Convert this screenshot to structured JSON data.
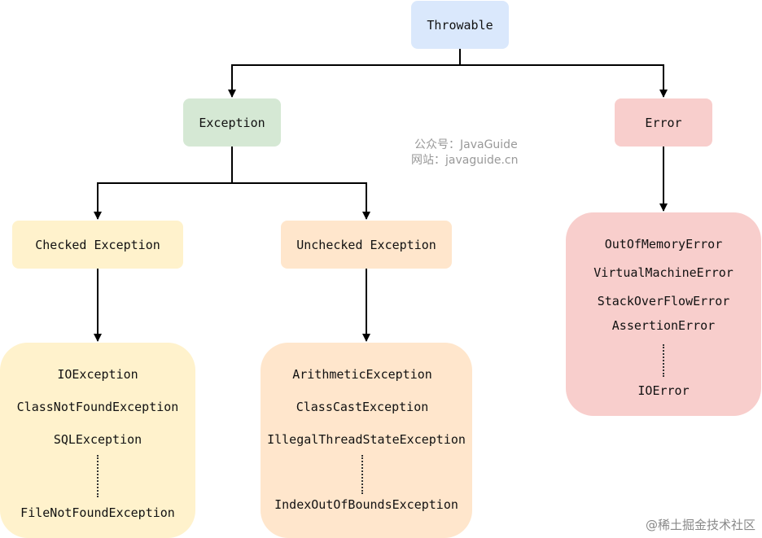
{
  "nodes": {
    "throwable": "Throwable",
    "exception": "Exception",
    "error": "Error",
    "checked": "Checked Exception",
    "unchecked": "Unchecked Exception"
  },
  "checked_list": [
    "IOException",
    "ClassNotFoundException",
    "SQLException",
    "FileNotFoundException"
  ],
  "unchecked_list": [
    "ArithmeticException",
    "ClassCastException",
    "IllegalThreadStateException",
    "IndexOutOfBoundsException"
  ],
  "error_list": [
    "OutOfMemoryError",
    "VirtualMachineError",
    "StackOverFlowError",
    "AssertionError",
    "IOError"
  ],
  "watermark": {
    "line1": "公众号：JavaGuide",
    "line2": "网站：javaguide.cn"
  },
  "corner_mark": "@稀土掘金技术社区",
  "colors": {
    "throwable": "#dae8fc",
    "exception": "#d5e8d4",
    "error": "#f8cecc",
    "checked": "#fff2cc",
    "unchecked": "#ffe6cc"
  }
}
